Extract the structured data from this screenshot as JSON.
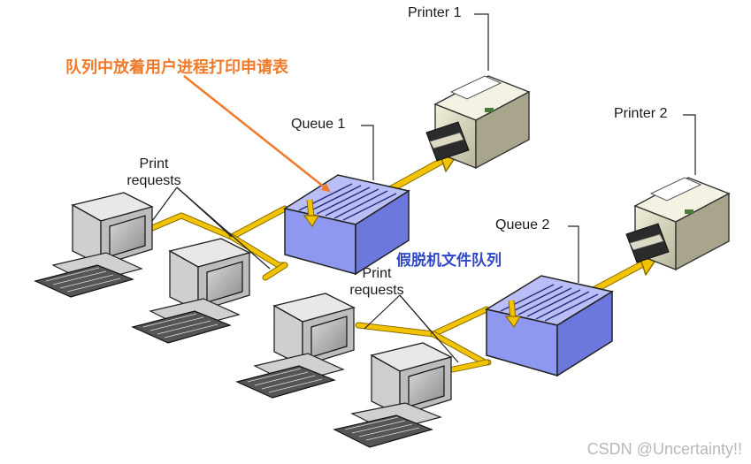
{
  "labels": {
    "printer1": "Printer 1",
    "printer2": "Printer 2",
    "queue1": "Queue 1",
    "queue2": "Queue 2",
    "print_requests_1_line1": "Print",
    "print_requests_1_line2": "requests",
    "print_requests_2_line1": "Print",
    "print_requests_2_line2": "requests"
  },
  "annotations": {
    "queue_note": "队列中放着用户进程打印申请表",
    "spool_note": "假脱机文件队列"
  },
  "watermark": "CSDN @Uncertainty!!",
  "colors": {
    "cable": "#f2c300",
    "cable_edge": "#8a6d00",
    "queue_blue": "#8f98f0",
    "annotation_orange": "#f07a2a",
    "annotation_blue": "#2f47c9"
  }
}
